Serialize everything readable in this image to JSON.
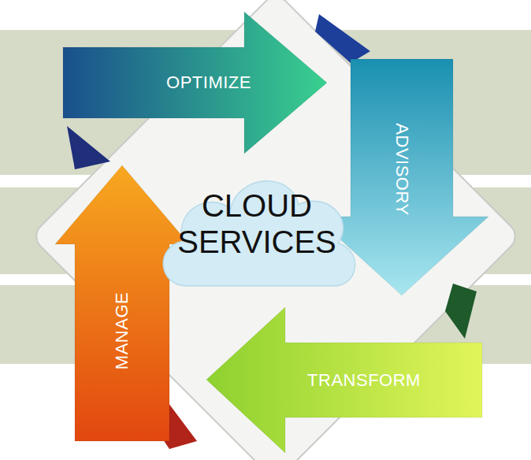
{
  "diagram": {
    "nodes": [
      {
        "text": [
          "CLOUD SERVICES"
        ]
      },
      {
        "text": [
          "OPTIMIZE"
        ]
      },
      {
        "text": [
          "ADVISORY"
        ]
      },
      {
        "text": [
          "TRANSFORM"
        ]
      },
      {
        "text": [
          "MANAGE"
        ]
      }
    ]
  }
}
